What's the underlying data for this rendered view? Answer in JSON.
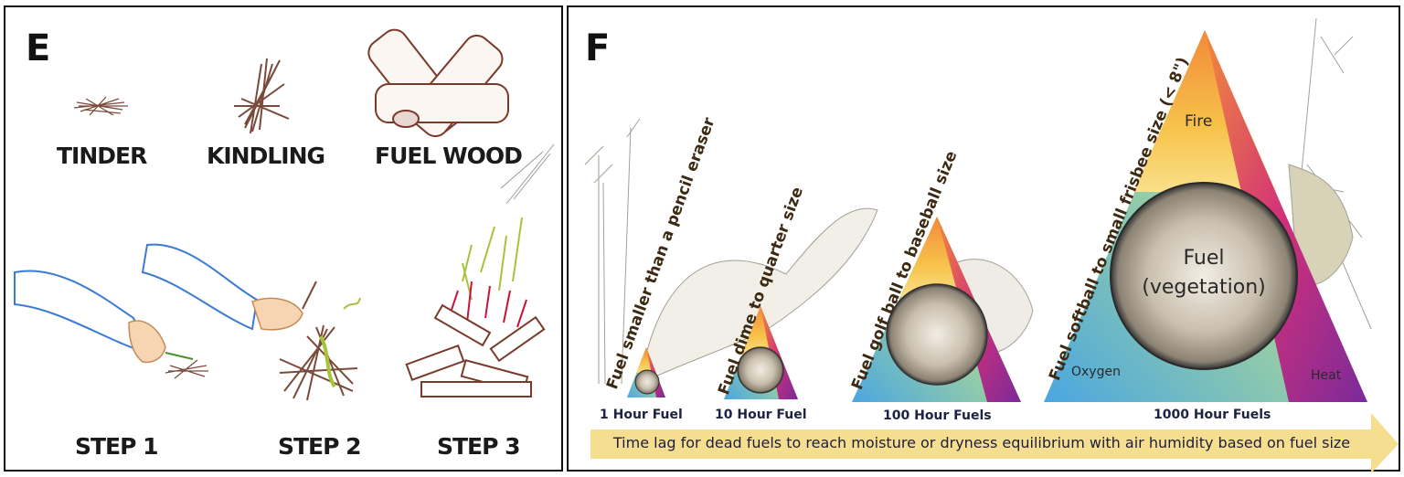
{
  "panel_e": {
    "letter": "E",
    "items": [
      "TINDER",
      "KINDLING",
      "FUEL WOOD"
    ],
    "steps": [
      "STEP 1",
      "STEP 2",
      "STEP 3"
    ]
  },
  "panel_f": {
    "letter": "F",
    "size_labels": [
      "Fuel smaller than a pencil eraser",
      "Fuel dime to quarter size",
      "Fuel golf ball to baseball size",
      "Fuel softball to small frisbee size (< 8\")"
    ],
    "fuel_labels": [
      "1 Hour Fuel",
      "10 Hour Fuel",
      "100 Hour Fuels",
      "1000 Hour Fuels"
    ],
    "triangle": {
      "fire": "Fire",
      "fuel_line1": "Fuel",
      "fuel_line2": "(vegetation)",
      "oxygen": "Oxygen",
      "heat": "Heat"
    },
    "arrow_text": "Time lag for dead fuels to reach moisture or dryness equilibrium with air humidity based on fuel size",
    "colors": {
      "fire": "#f2a03d",
      "oxygen": "#6fb7e0",
      "heat": "#d1307a",
      "arrow": "#f6dc8a"
    }
  }
}
